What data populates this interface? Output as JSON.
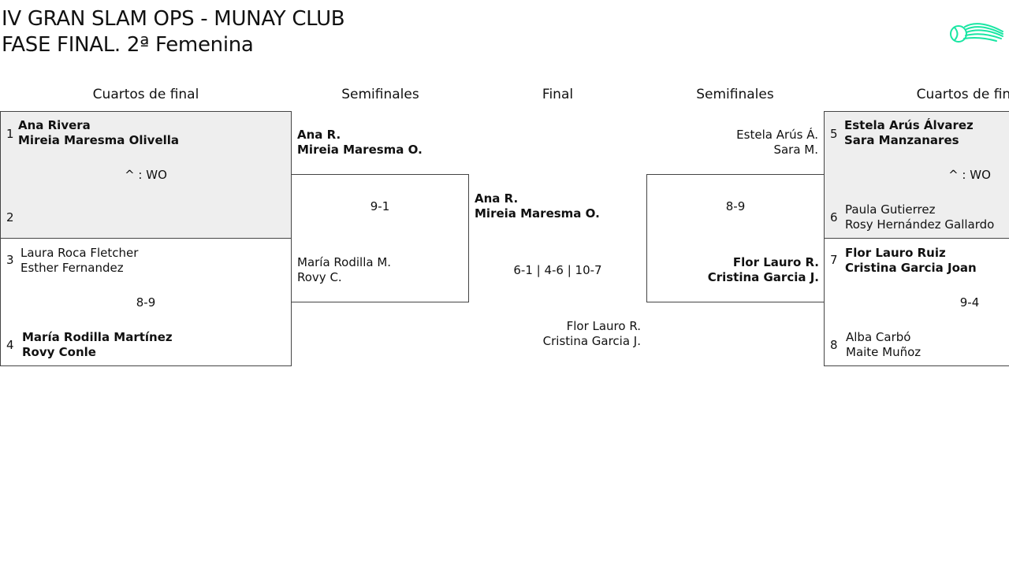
{
  "title": {
    "line1": "IV GRAN SLAM OPS - MUNAY CLUB",
    "line2": "FASE FINAL. 2ª Femenina"
  },
  "logo": {
    "icon": "tennis-ball-logo-icon",
    "color": "#19e6a3"
  },
  "headers": {
    "qf_left": "Cuartos de final",
    "sf_left": "Semifinales",
    "final": "Final",
    "sf_right": "Semifinales",
    "qf_right": "Cuartos de final"
  },
  "quarterfinals": [
    {
      "seed_a": "1",
      "team_a": [
        "Ana Rivera",
        "Mireia Maresma Olivella"
      ],
      "score": "^ : WO",
      "seed_b": "2",
      "team_b": [
        "",
        ""
      ]
    },
    {
      "seed_a": "3",
      "team_a": [
        "Laura Roca Fletcher",
        "Esther Fernandez"
      ],
      "score": "8-9",
      "seed_b": "4",
      "team_b": [
        "María Rodilla Martínez",
        "Rovy Conle"
      ]
    },
    {
      "seed_a": "5",
      "team_a": [
        "Estela Arús Álvarez",
        "Sara Manzanares"
      ],
      "score": "^ : WO",
      "seed_b": "6",
      "team_b": [
        "Paula Gutierrez",
        "Rosy Hernández Gallardo"
      ]
    },
    {
      "seed_a": "7",
      "team_a": [
        "Flor Lauro Ruiz",
        "Cristina Garcia Joan"
      ],
      "score": "9-4",
      "seed_b": "8",
      "team_b": [
        "Alba Carbó",
        "Maite Muñoz"
      ]
    }
  ],
  "semifinals": [
    {
      "team_a": [
        "Ana R.",
        "Mireia Maresma O."
      ],
      "score": "9-1",
      "team_b": [
        "María Rodilla M.",
        "Rovy C."
      ]
    },
    {
      "team_a": [
        "Estela Arús Á.",
        "Sara M."
      ],
      "score": "8-9",
      "team_b": [
        "Flor Lauro R.",
        "Cristina Garcia J."
      ]
    }
  ],
  "final": {
    "team_a": [
      "Ana R.",
      "Mireia Maresma O."
    ],
    "score": "6-1 | 4-6 | 10-7",
    "team_b": [
      "Flor Lauro R.",
      "Cristina Garcia J."
    ]
  }
}
